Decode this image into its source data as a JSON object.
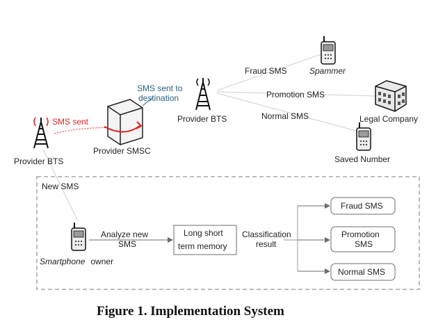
{
  "labels": {
    "provider_bts_left": "Provider BTS",
    "provider_bts_mid": "Provider BTS",
    "provider_smsc": "Provider SMSC",
    "sms_sent": "SMS sent",
    "sms_sent_to_line1": "SMS sent to",
    "sms_sent_to_line2": "destination",
    "fraud_sms_edge": "Fraud SMS",
    "promotion_sms_edge": "Promotion SMS",
    "normal_sms_edge": "Normal SMS",
    "spammer": "Spammer",
    "legal_company": "Legal Company",
    "saved_number": "Saved Number",
    "new_sms": "New SMS",
    "smartphone_word": "Smartphone",
    "owner_word": "owner",
    "analyze_line1": "Analyze new",
    "analyze_line2": "SMS",
    "lstm_line1": "Long short",
    "lstm_line2": "term memory",
    "classification_line1": "Classification",
    "classification_line2": "result",
    "out_fraud": "Fraud SMS",
    "out_promotion_line1": "Promotion",
    "out_promotion_line2": "SMS",
    "out_normal": "Normal SMS"
  },
  "caption": "Figure 1. Implementation System",
  "colors": {
    "accent_red": "#e02020",
    "accent_blue": "#2a5f7f"
  }
}
